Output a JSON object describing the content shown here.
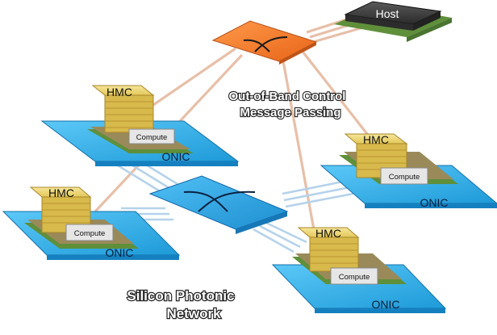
{
  "host": {
    "label": "Host"
  },
  "control": {
    "label_line1": "Out-of-Band Control",
    "label_line2": "Message Passing"
  },
  "network": {
    "label_line1": "Silicon Photonic",
    "label_line2": "Network"
  },
  "nodes": [
    {
      "hmc": "HMC",
      "compute": "Compute",
      "onic": "ONIC"
    },
    {
      "hmc": "HMC",
      "compute": "Compute",
      "onic": "ONIC"
    },
    {
      "hmc": "HMC",
      "compute": "Compute",
      "onic": "ONIC"
    },
    {
      "hmc": "HMC",
      "compute": "Compute",
      "onic": "ONIC"
    }
  ],
  "colors": {
    "onic": "#29aef0",
    "hmc": "#e7cf6a",
    "photonic_switch": "#2eaae8",
    "control_switch": "#f07a2a",
    "host": "#3c3c3c",
    "board": "#5f8f3a",
    "link_control": "#e8c0a8",
    "link_photonic": "#bcd6ea"
  },
  "icons": {
    "switch": "crossbar-switch-icon"
  }
}
